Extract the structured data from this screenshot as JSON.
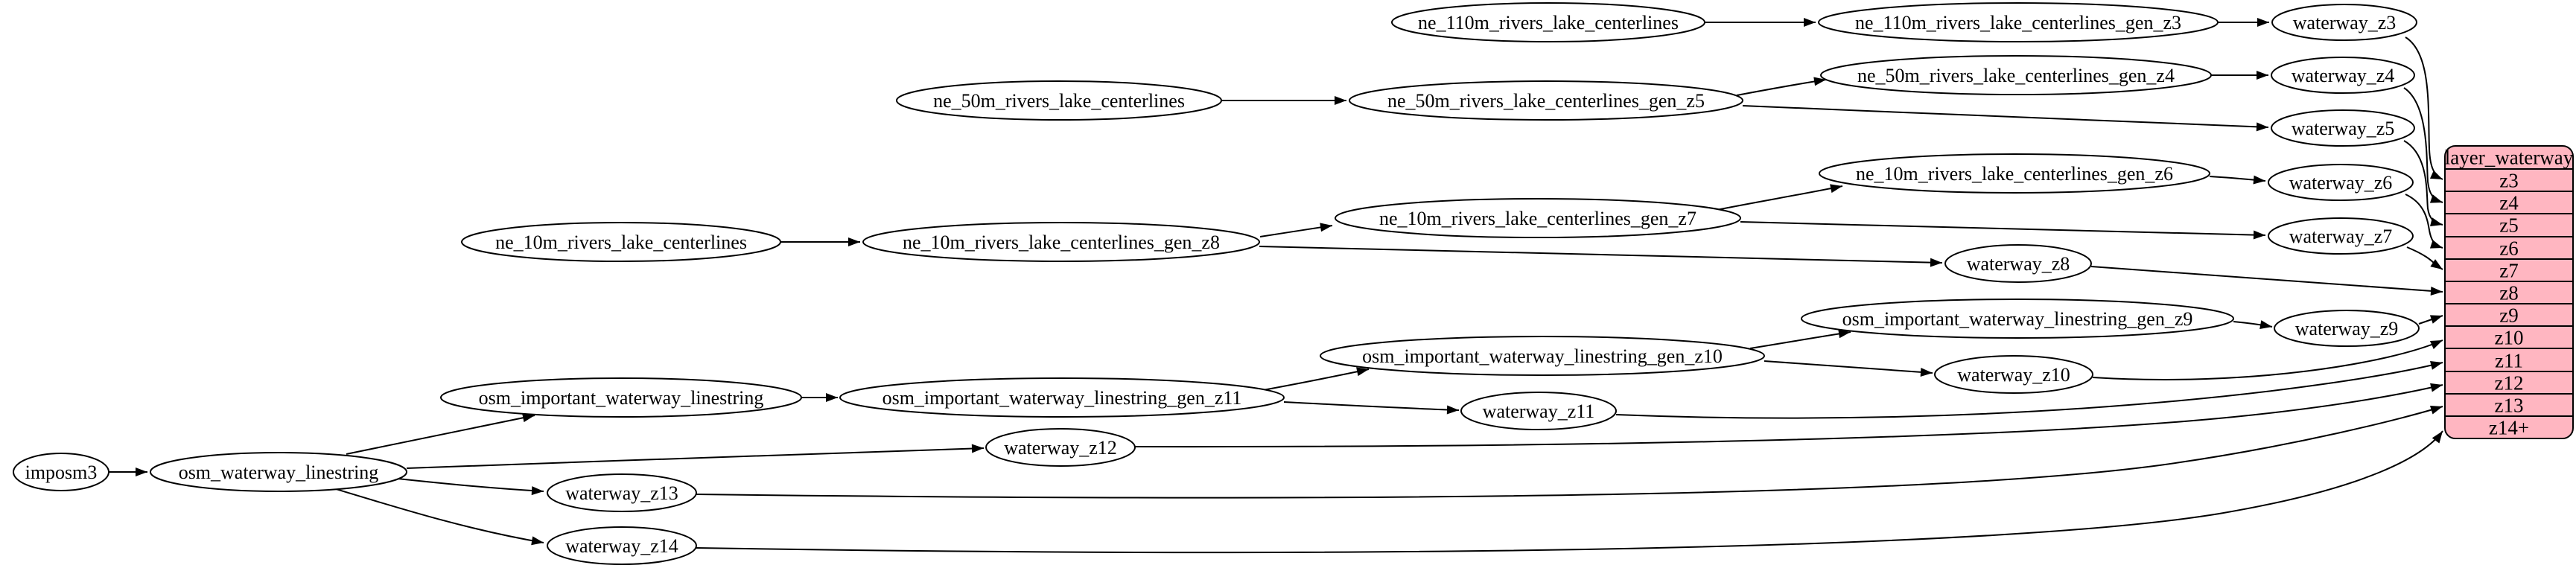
{
  "colors": {
    "background": "#ffffff",
    "node_fill": "#ffffff",
    "node_stroke": "#000000",
    "edge_color": "#000000",
    "table_fill": "#ffb6c1"
  },
  "nodes": {
    "imposm3": "imposm3",
    "osm_waterway_linestring": "osm_waterway_linestring",
    "osm_important_waterway_linestring": "osm_important_waterway_linestring",
    "osm_important_waterway_linestring_gen_z11": "osm_important_waterway_linestring_gen_z11",
    "osm_important_waterway_linestring_gen_z10": "osm_important_waterway_linestring_gen_z10",
    "osm_important_waterway_linestring_gen_z9": "osm_important_waterway_linestring_gen_z9",
    "ne_110m_rivers_lake_centerlines": "ne_110m_rivers_lake_centerlines",
    "ne_110m_rivers_lake_centerlines_gen_z3": "ne_110m_rivers_lake_centerlines_gen_z3",
    "ne_50m_rivers_lake_centerlines": "ne_50m_rivers_lake_centerlines",
    "ne_50m_rivers_lake_centerlines_gen_z5": "ne_50m_rivers_lake_centerlines_gen_z5",
    "ne_50m_rivers_lake_centerlines_gen_z4": "ne_50m_rivers_lake_centerlines_gen_z4",
    "ne_10m_rivers_lake_centerlines": "ne_10m_rivers_lake_centerlines",
    "ne_10m_rivers_lake_centerlines_gen_z8": "ne_10m_rivers_lake_centerlines_gen_z8",
    "ne_10m_rivers_lake_centerlines_gen_z7": "ne_10m_rivers_lake_centerlines_gen_z7",
    "ne_10m_rivers_lake_centerlines_gen_z6": "ne_10m_rivers_lake_centerlines_gen_z6",
    "waterway_z3": "waterway_z3",
    "waterway_z4": "waterway_z4",
    "waterway_z5": "waterway_z5",
    "waterway_z6": "waterway_z6",
    "waterway_z7": "waterway_z7",
    "waterway_z8": "waterway_z8",
    "waterway_z9": "waterway_z9",
    "waterway_z10": "waterway_z10",
    "waterway_z11": "waterway_z11",
    "waterway_z12": "waterway_z12",
    "waterway_z13": "waterway_z13",
    "waterway_z14": "waterway_z14"
  },
  "table": {
    "title": "layer_waterway",
    "rows": [
      "z3",
      "z4",
      "z5",
      "z6",
      "z7",
      "z8",
      "z9",
      "z10",
      "z11",
      "z12",
      "z13",
      "z14+"
    ]
  },
  "edges": [
    "imposm3 -> osm_waterway_linestring",
    "osm_waterway_linestring -> osm_important_waterway_linestring",
    "osm_waterway_linestring -> waterway_z12",
    "osm_waterway_linestring -> waterway_z13",
    "osm_waterway_linestring -> waterway_z14",
    "osm_important_waterway_linestring -> osm_important_waterway_linestring_gen_z11",
    "osm_important_waterway_linestring_gen_z11 -> osm_important_waterway_linestring_gen_z10",
    "osm_important_waterway_linestring_gen_z11 -> waterway_z11",
    "osm_important_waterway_linestring_gen_z10 -> osm_important_waterway_linestring_gen_z9",
    "osm_important_waterway_linestring_gen_z10 -> waterway_z10",
    "osm_important_waterway_linestring_gen_z9 -> waterway_z9",
    "ne_110m_rivers_lake_centerlines -> ne_110m_rivers_lake_centerlines_gen_z3",
    "ne_110m_rivers_lake_centerlines_gen_z3 -> waterway_z3",
    "ne_50m_rivers_lake_centerlines -> ne_50m_rivers_lake_centerlines_gen_z5",
    "ne_50m_rivers_lake_centerlines_gen_z5 -> ne_50m_rivers_lake_centerlines_gen_z4",
    "ne_50m_rivers_lake_centerlines_gen_z5 -> waterway_z5",
    "ne_50m_rivers_lake_centerlines_gen_z4 -> waterway_z4",
    "ne_10m_rivers_lake_centerlines -> ne_10m_rivers_lake_centerlines_gen_z8",
    "ne_10m_rivers_lake_centerlines_gen_z8 -> ne_10m_rivers_lake_centerlines_gen_z7",
    "ne_10m_rivers_lake_centerlines_gen_z8 -> waterway_z8",
    "ne_10m_rivers_lake_centerlines_gen_z7 -> ne_10m_rivers_lake_centerlines_gen_z6",
    "ne_10m_rivers_lake_centerlines_gen_z7 -> waterway_z7",
    "ne_10m_rivers_lake_centerlines_gen_z6 -> waterway_z6",
    "waterway_z3 -> layer_waterway.z3",
    "waterway_z4 -> layer_waterway.z4",
    "waterway_z5 -> layer_waterway.z5",
    "waterway_z6 -> layer_waterway.z6",
    "waterway_z7 -> layer_waterway.z7",
    "waterway_z8 -> layer_waterway.z8",
    "waterway_z9 -> layer_waterway.z9",
    "waterway_z10 -> layer_waterway.z10",
    "waterway_z11 -> layer_waterway.z11",
    "waterway_z12 -> layer_waterway.z12",
    "waterway_z13 -> layer_waterway.z13",
    "waterway_z14 -> layer_waterway.z14+"
  ]
}
